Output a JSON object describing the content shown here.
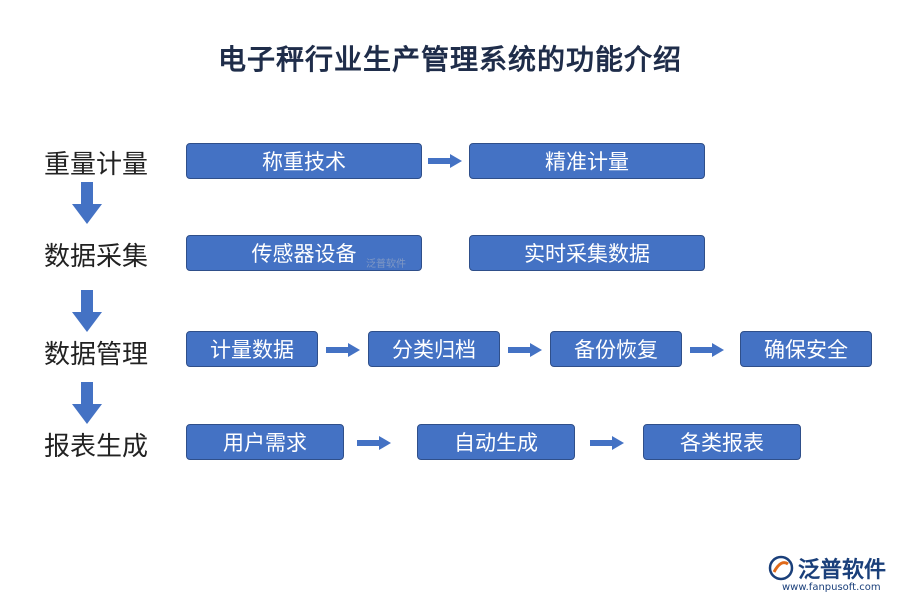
{
  "title": "电子秤行业生产管理系统的功能介绍",
  "rows": [
    {
      "label": "重量计量",
      "items": [
        "称重技术",
        "精准计量"
      ]
    },
    {
      "label": "数据采集",
      "items": [
        "传感器设备",
        "实时采集数据"
      ]
    },
    {
      "label": "数据管理",
      "items": [
        "计量数据",
        "分类归档",
        "备份恢复",
        "确保安全"
      ]
    },
    {
      "label": "报表生成",
      "items": [
        "用户需求",
        "自动生成",
        "各类报表"
      ]
    }
  ],
  "logo": {
    "name": "泛普软件",
    "url": "www.fanpusoft.com",
    "watermark": "泛普软件"
  },
  "colors": {
    "box": "#4472c4",
    "arrow": "#4472c4",
    "text": "#222222"
  }
}
